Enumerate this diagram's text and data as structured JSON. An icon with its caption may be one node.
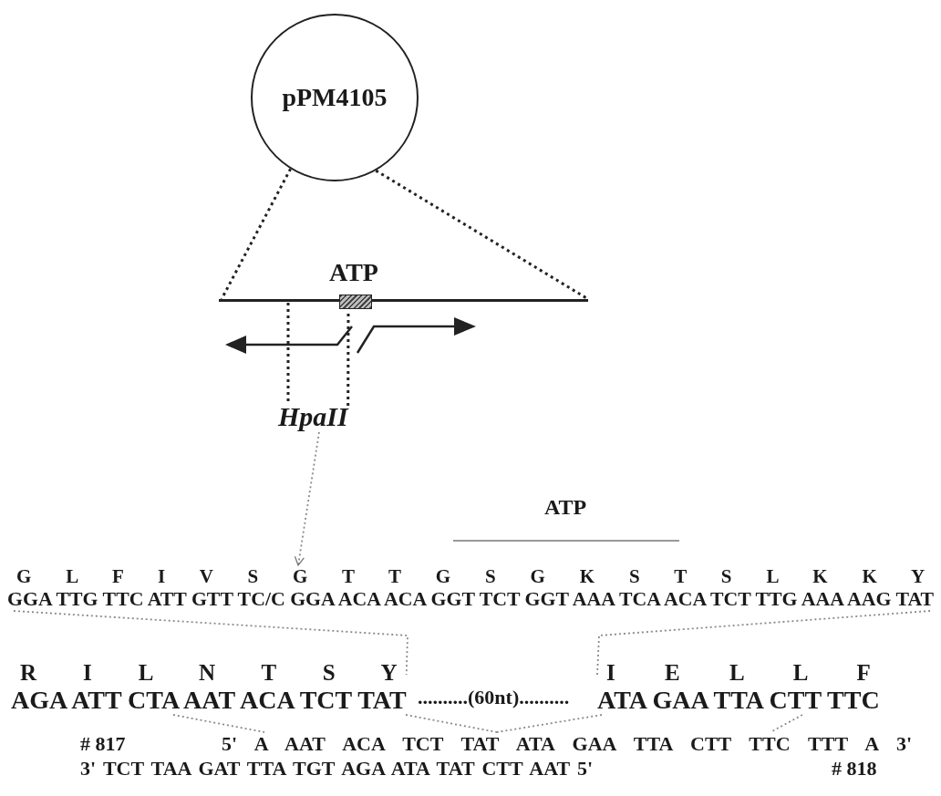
{
  "diagram": {
    "nodes": [
      {
        "text": [
          "pPM4105"
        ]
      },
      {
        "text": [],
        "shape": "bar"
      },
      {
        "text": [
          "ATP"
        ]
      },
      {
        "text": [
          "HpaII"
        ]
      },
      {
        "text": [
          "G L F I V S G T T G S G K S T S L K K Y",
          "GGA TTG TTC ATT GTT TC/C GGA ACA ACA GGT TCT GGT AAA TCA ACA TCT TTG AAA AAG TAT"
        ]
      },
      {
        "text": [
          "R I L N T S Y",
          "AGA ATT CTA AAT ACA TCT TAT"
        ]
      },
      {
        "text": [
          "I E L L F",
          "ATA GAA TTA CTT TTC"
        ]
      },
      {
        "text": [
          "5' A AAT ACA TCT TAT ATA GAA TTA CTT TTC TTT A 3'"
        ]
      },
      {
        "text": [
          "3' TCT TAA GAT TTA TGT AGA ATA TAT CTT AAT 5'"
        ]
      }
    ],
    "edges": [
      {
        "from": 0,
        "to": 1,
        "arrow": "none",
        "style": "dashed",
        "color": "#222222"
      },
      {
        "from": 0,
        "to": 1,
        "arrow": "none",
        "style": "dashed",
        "color": "#222222"
      },
      {
        "from": 3,
        "to": 1,
        "arrow": "none",
        "style": "dashed",
        "color": "#222222"
      },
      {
        "from": 3,
        "to": 2,
        "arrow": "none",
        "style": "dashed",
        "color": "#222222"
      },
      {
        "from": 3,
        "to": 4,
        "arrow": "to",
        "style": "dashed"
      },
      {
        "from": 4,
        "to": 5,
        "arrow": "none",
        "style": "dashed"
      },
      {
        "from": 4,
        "to": 6,
        "arrow": "none",
        "style": "dashed"
      },
      {
        "from": 5,
        "to": 7,
        "arrow": "none",
        "style": "dashed"
      },
      {
        "from": 5,
        "to": 7,
        "arrow": "none",
        "style": "dashed"
      },
      {
        "from": 6,
        "to": 7,
        "arrow": "none",
        "style": "dashed"
      },
      {
        "from": 6,
        "to": 7,
        "arrow": "none",
        "style": "dashed"
      }
    ],
    "labels": [
      "ATP",
      "..........(60nt)..........",
      "# 817",
      "# 818"
    ]
  }
}
